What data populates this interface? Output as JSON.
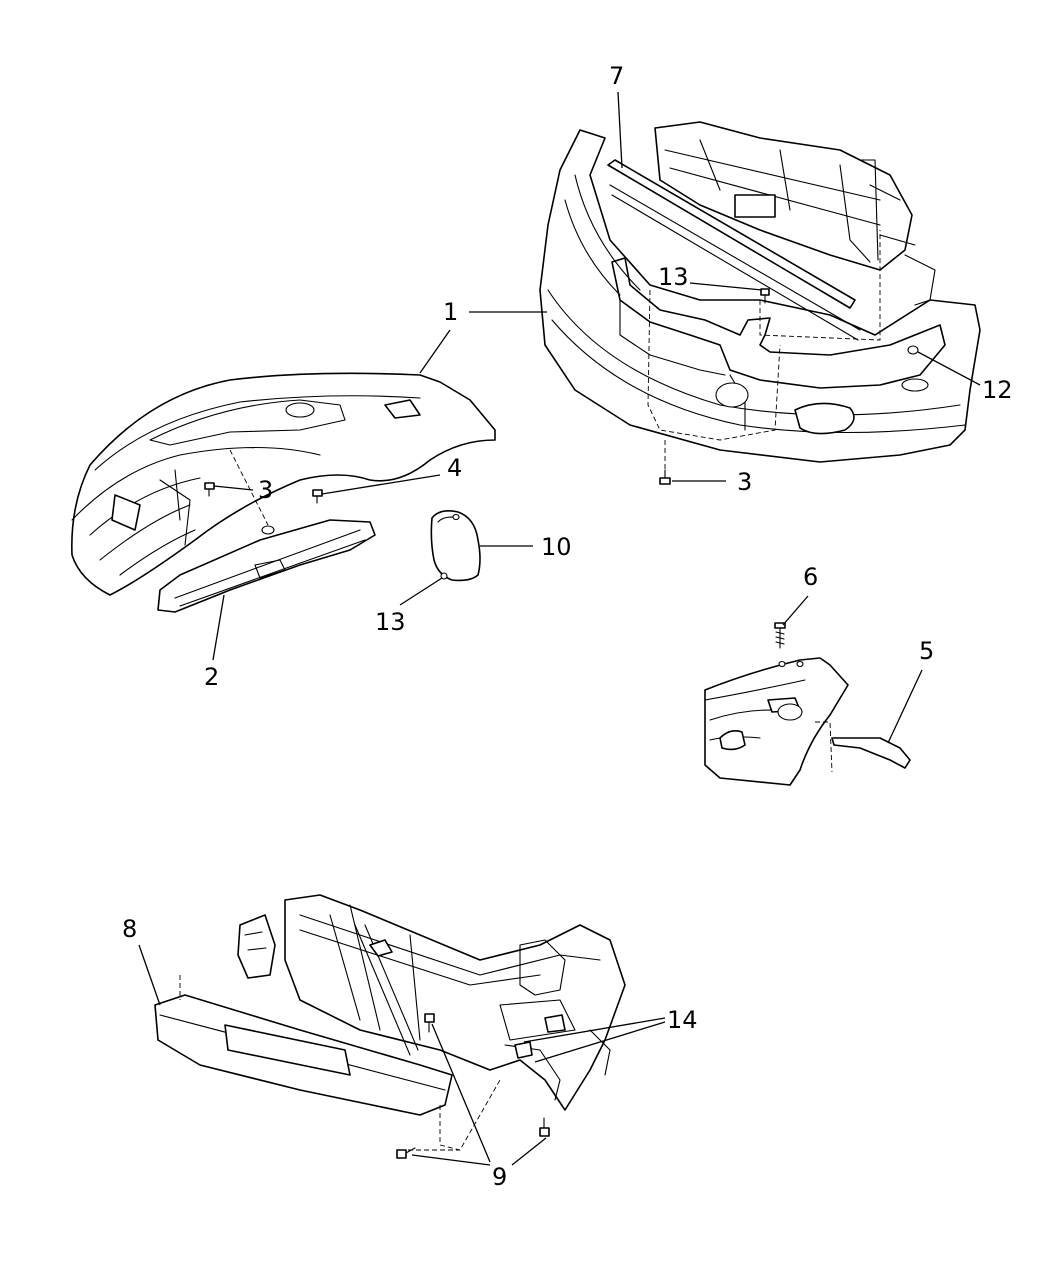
{
  "callouts": {
    "c1": "1",
    "c2": "2",
    "c3a": "3",
    "c3b": "3",
    "c4": "4",
    "c5": "5",
    "c6": "6",
    "c7": "7",
    "c8": "8",
    "c9a": "9",
    "c10": "10",
    "c12": "12",
    "c13a": "13",
    "c13b": "13",
    "c14": "14"
  },
  "colors": {
    "line": "#000000",
    "background": "#ffffff"
  }
}
